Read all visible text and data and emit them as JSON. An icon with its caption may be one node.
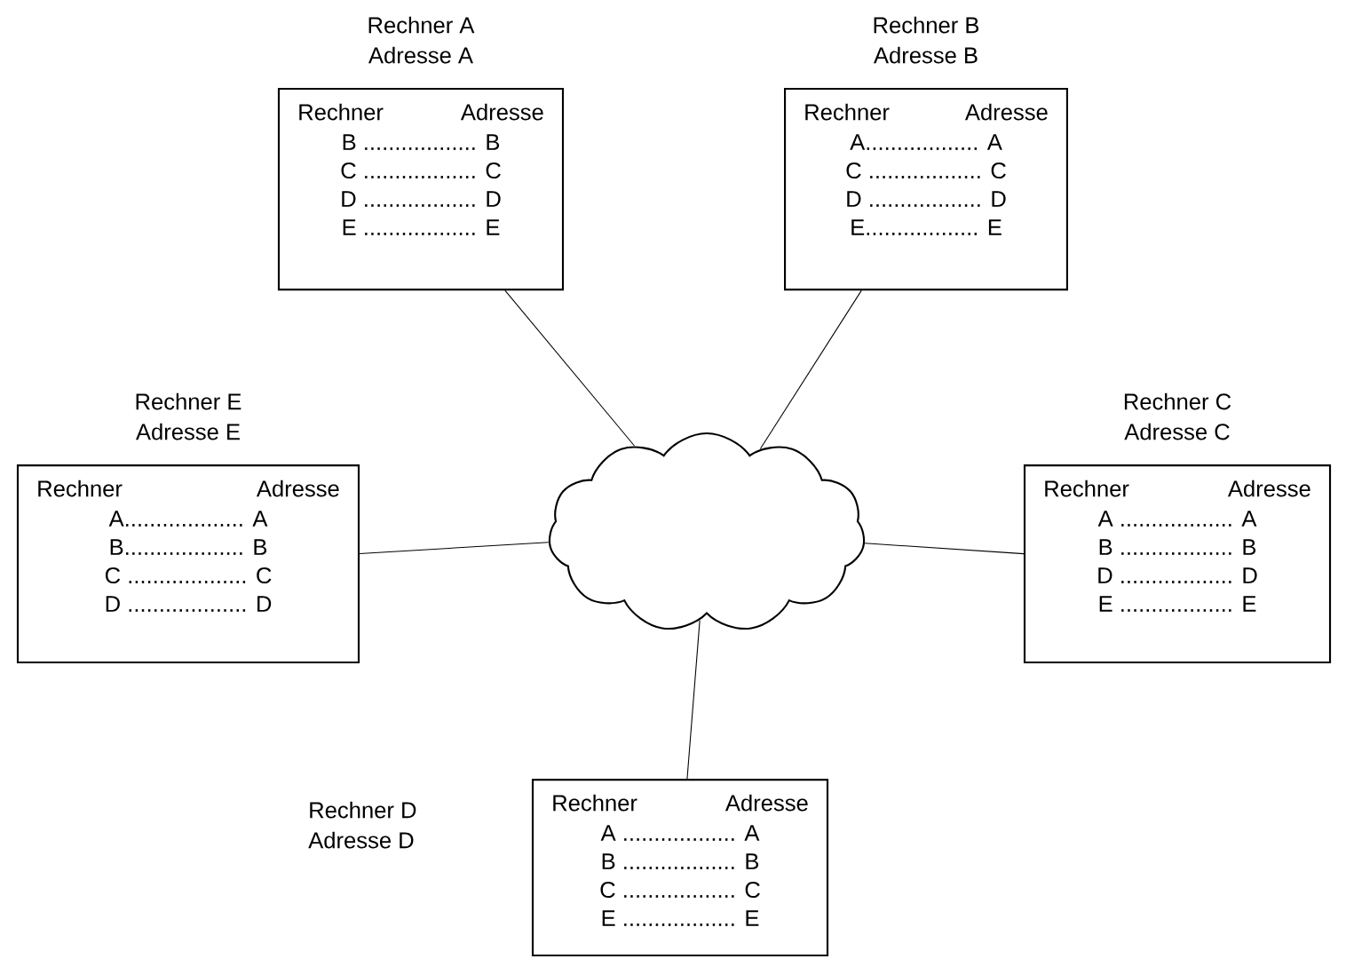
{
  "diagram": {
    "nodes": [
      {
        "text": [
          "Rechner A",
          "Adresse A",
          "Rechner",
          "Adresse",
          "B .................. B",
          "C .................. C",
          "D .................. D",
          "E .................. E"
        ]
      },
      {
        "text": [
          "Rechner B",
          "Adresse B",
          "Rechner",
          "Adresse",
          "A.................. A",
          "C .................. C",
          "D .................. D",
          "E.................. E"
        ]
      },
      {
        "text": [
          "Rechner E",
          "Adresse E",
          "Rechner",
          "Adresse",
          "A................... A",
          "B................... B",
          "C ................... C",
          "D ................... D"
        ]
      },
      {
        "text": [],
        "shape": "cloud"
      },
      {
        "text": [
          "Rechner C",
          "Adresse C",
          "Rechner",
          "Adresse",
          "A .................. A",
          "B .................. B",
          "D .................. D",
          "E .................. E"
        ]
      },
      {
        "text": [
          "Rechner D",
          "Adresse D",
          "Rechner",
          "Adresse",
          "A .................. A",
          "B .................. B",
          "C .................. C",
          "E .................. E"
        ]
      }
    ],
    "edges": [
      {
        "from": 0,
        "to": 3,
        "arrow": "none"
      },
      {
        "from": 1,
        "to": 3,
        "arrow": "none"
      },
      {
        "from": 2,
        "to": 3,
        "arrow": "none"
      },
      {
        "from": 4,
        "to": 3,
        "arrow": "none"
      },
      {
        "from": 5,
        "to": 3,
        "arrow": "none"
      }
    ]
  }
}
